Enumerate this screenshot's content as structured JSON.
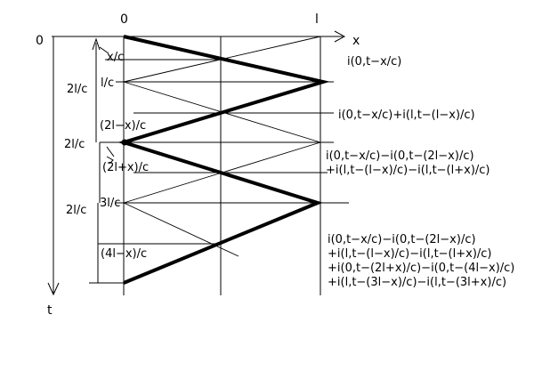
{
  "axes": {
    "origin_top": "0",
    "x_zero": "0",
    "x_end": "l",
    "x_axis": "x",
    "t_axis": "t"
  },
  "time_labels": {
    "x_over_c": "x/c",
    "l_over_c": "l/c",
    "two_l_minus_x": "(2l−x)/c",
    "two_l_over_c": "2l/c",
    "two_l_plus_x": "(2l+x)/c",
    "three_l_over_c": "3l/c",
    "four_l_minus_x": "(4l−x)/c"
  },
  "interval_labels": [
    "2l/c",
    "2l/c",
    "2l/c"
  ],
  "expressions": {
    "e1": "i(0,t−x/c)",
    "e2": "i(0,t−x/c)+i(l,t−(l−x)/c)",
    "e3": [
      "i(0,t−x/c)−i(0,t−(2l−x)/c)",
      "+i(l,t−(l−x)/c)−i(l,t−(l+x)/c)"
    ],
    "e4": [
      "i(0,t−x/c)−i(0,t−(2l−x)/c)",
      "+i(l,t−(l−x)/c)−i(l,t−(l+x)/c)",
      "+i(0,t−(2l+x)/c)−i(0,t−(4l−x)/c)",
      "+i(l,t−(3l−x)/c)−i(l,t−(3l+x)/c)"
    ]
  }
}
